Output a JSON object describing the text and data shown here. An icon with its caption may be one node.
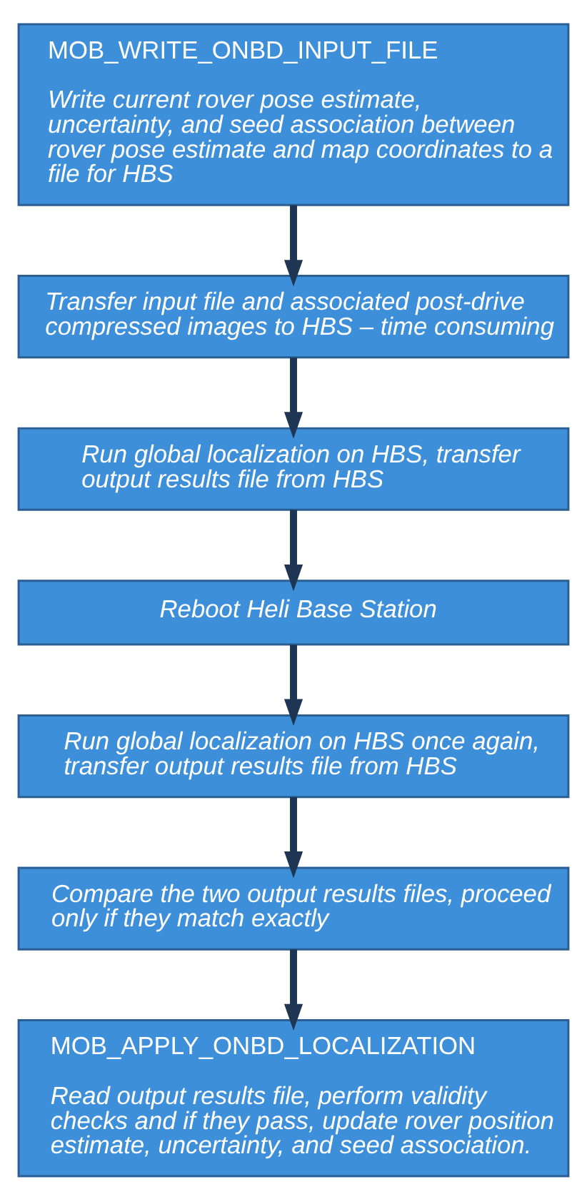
{
  "diagram": {
    "nodes": [
      {
        "text": [
          "MOB_WRITE_ONBD_INPUT_FILE",
          "Write current rover pose estimate, uncertainty, and seed association between rover pose estimate and map coordinates to a file for HBS"
        ]
      },
      {
        "text": [
          "Transfer input file and associated post-drive compressed images to HBS – time consuming"
        ]
      },
      {
        "text": [
          "Run global localization on HBS, transfer output results file from HBS"
        ]
      },
      {
        "text": [
          "Reboot Heli Base Station"
        ]
      },
      {
        "text": [
          "Run global localization on HBS once again, transfer output results file from HBS"
        ]
      },
      {
        "text": [
          "Compare the two output results files, proceed only if they match exactly"
        ]
      },
      {
        "text": [
          "MOB_APPLY_ONBD_LOCALIZATION",
          "Read output results file, perform validity checks and if they pass, update rover position estimate, uncertainty, and seed association."
        ]
      }
    ],
    "edges": [
      {
        "from": 0,
        "to": 1,
        "arrow": "to"
      },
      {
        "from": 1,
        "to": 2,
        "arrow": "to"
      },
      {
        "from": 2,
        "to": 3,
        "arrow": "to"
      },
      {
        "from": 3,
        "to": 4,
        "arrow": "to"
      },
      {
        "from": 4,
        "to": 5,
        "arrow": "to"
      },
      {
        "from": 5,
        "to": 6,
        "arrow": "to"
      }
    ]
  }
}
